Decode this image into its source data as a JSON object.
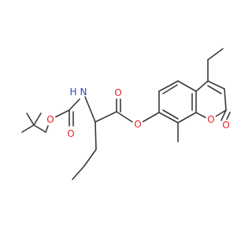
{
  "molecule": {
    "atoms": {
      "boc_o_ether": {
        "text": "O",
        "color": "#e8222a"
      },
      "boc_o_carbonyl": {
        "text": "O",
        "color": "#e8222a"
      },
      "amide_n": {
        "text": "N",
        "color": "#3046c8"
      },
      "amide_h": {
        "text": "H",
        "color": "#3046c8"
      },
      "ester_o_carbonyl": {
        "text": "O",
        "color": "#e8222a"
      },
      "ester_o_ether": {
        "text": "O",
        "color": "#e8222a"
      },
      "ring_o": {
        "text": "O",
        "color": "#e8222a"
      },
      "lactone_o": {
        "text": "O",
        "color": "#e8222a"
      }
    },
    "bond_color": "#3a3a3a"
  }
}
